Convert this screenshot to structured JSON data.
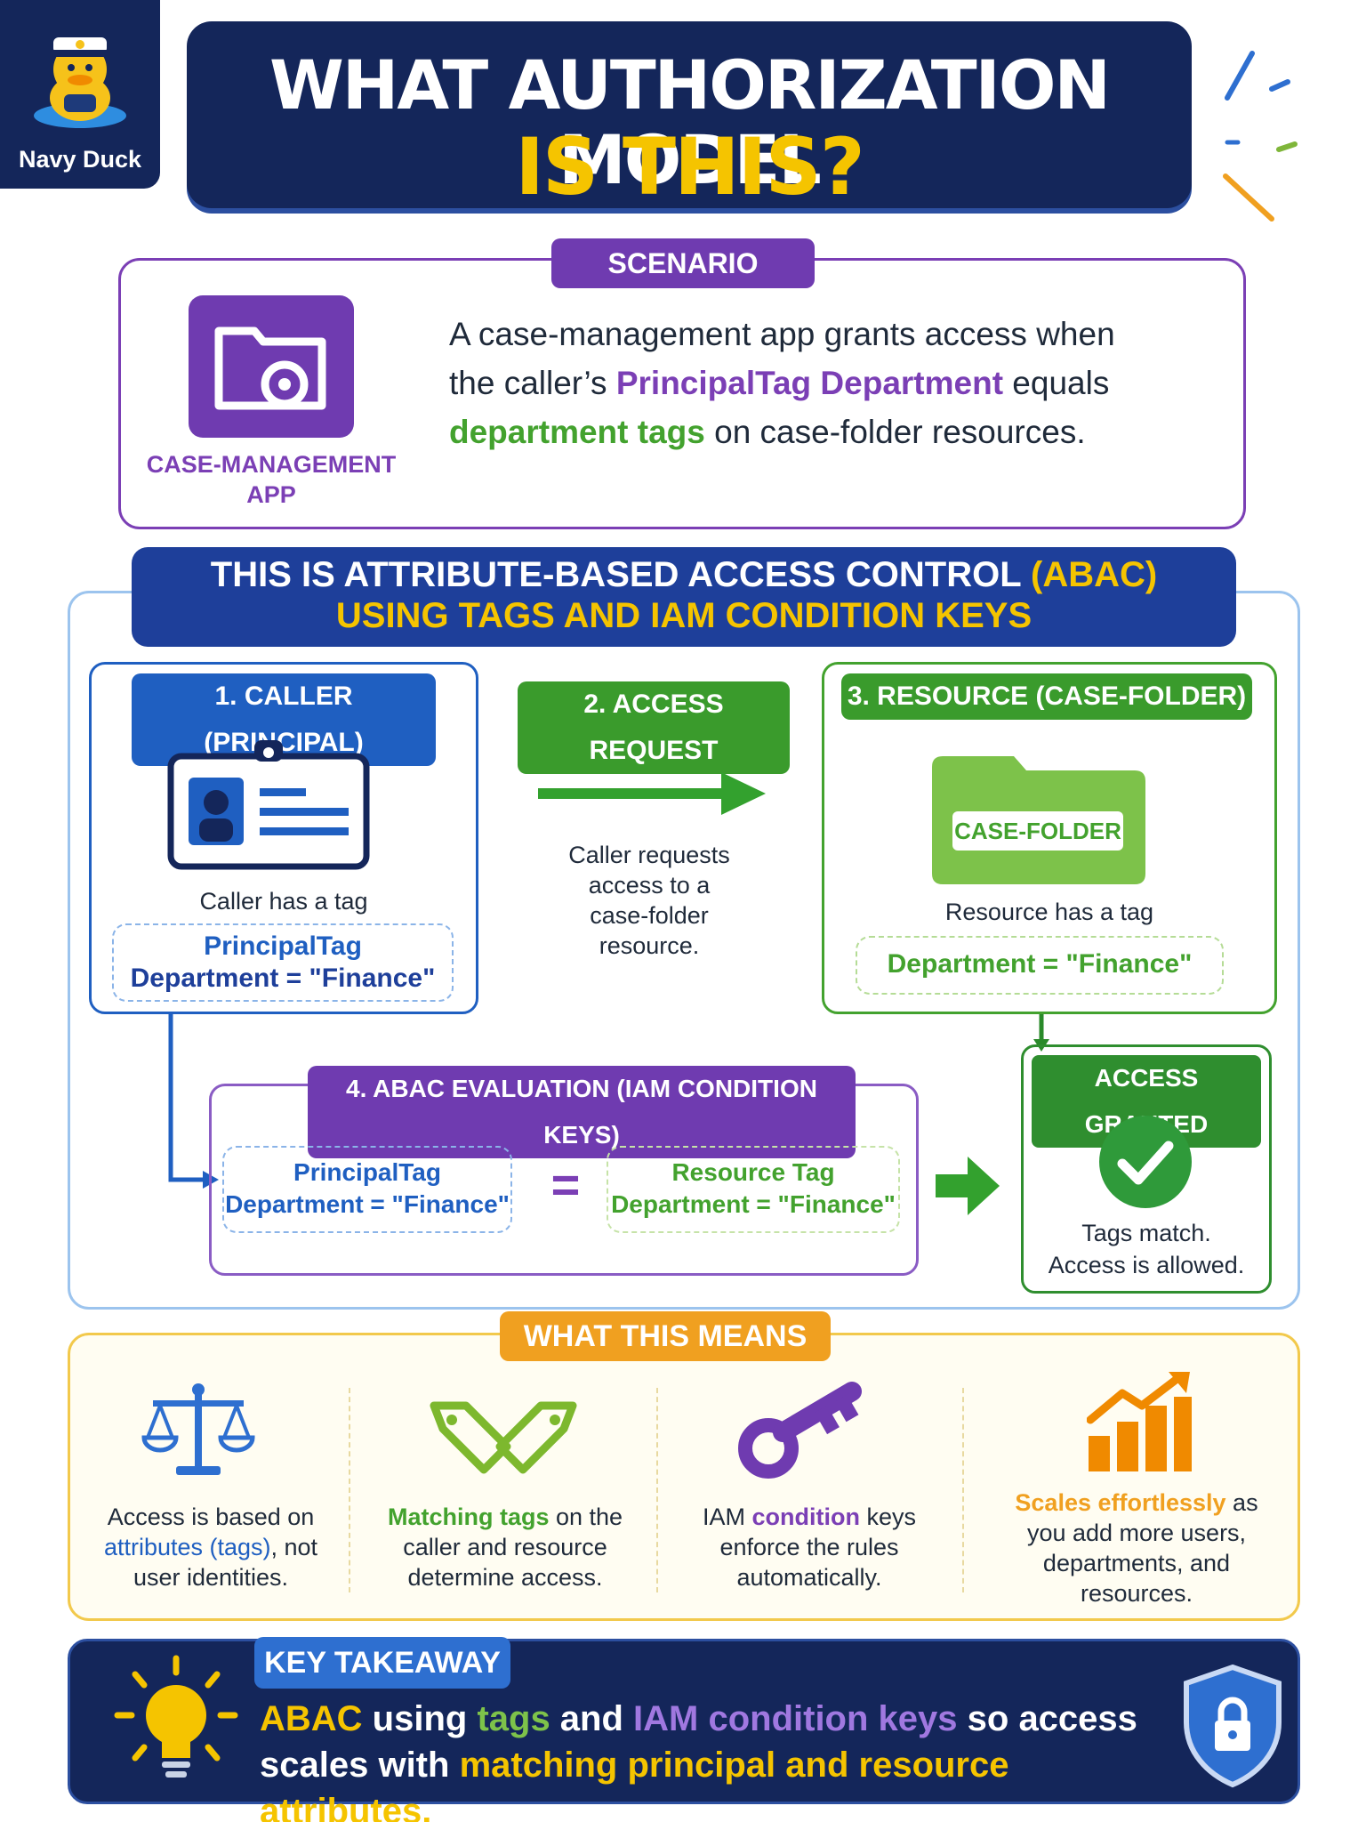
{
  "brand": {
    "name": "Navy Duck"
  },
  "title": {
    "line1": "WHAT AUTHORIZATION MODEL",
    "line2": "IS THIS?"
  },
  "scenario": {
    "badge": "SCENARIO",
    "app_label_line1": "CASE-MANAGEMENT",
    "app_label_line2": "APP",
    "text": {
      "p1": "A case-management app grants access when the caller’s ",
      "h1": "PrincipalTag Department",
      "p2": " equals ",
      "h2": "department tags",
      "p3": " on case-folder resources."
    }
  },
  "banner": {
    "line1_a": "THIS IS ATTRIBUTE-BASED ACCESS CONTROL ",
    "line1_b": "(ABAC)",
    "line2": "USING TAGS AND IAM CONDITION KEYS"
  },
  "steps": {
    "caller": {
      "label": "1. CALLER (PRINCIPAL)",
      "caption": "Caller has a tag",
      "tag_line1": "PrincipalTag",
      "tag_line2": "Department = \"Finance\""
    },
    "request": {
      "label": "2. ACCESS REQUEST",
      "line1": "Caller requests",
      "line2": "access to a",
      "line3": "case-folder",
      "line4": "resource."
    },
    "resource": {
      "label": "3. RESOURCE (CASE-FOLDER)",
      "folder_label": "CASE-FOLDER",
      "caption": "Resource has a tag",
      "tag": "Department = \"Finance\""
    },
    "evaluation": {
      "label": "4. ABAC EVALUATION (IAM CONDITION KEYS)",
      "left_line1": "PrincipalTag",
      "left_line2": "Department = \"Finance\"",
      "equals": "=",
      "right_line1": "Resource Tag",
      "right_line2": "Department = \"Finance\""
    },
    "granted": {
      "label": "ACCESS GRANTED",
      "line1": "Tags match.",
      "line2": "Access is allowed."
    }
  },
  "means": {
    "badge": "WHAT THIS MEANS",
    "items": [
      {
        "icon": "scale-icon",
        "a": "Access is based on",
        "b": "attributes (tags)",
        "c": ", not",
        "d": "user identities."
      },
      {
        "icon": "tags-icon",
        "a": "Matching tags",
        "b": " on the",
        "c": "caller and resource",
        "d": "determine access."
      },
      {
        "icon": "key-icon",
        "a": "IAM ",
        "b": "condition",
        "c": " keys",
        "d": "enforce the rules",
        "e": "automatically."
      },
      {
        "icon": "growth-chart-icon",
        "a": "Scales effortlessly",
        "b": " as",
        "c": "you add more users,",
        "d": "departments, and",
        "e": "resources."
      }
    ]
  },
  "takeaway": {
    "badge": "KEY TAKEAWAY",
    "l1_a": "ABAC",
    "l1_b": " using ",
    "l1_c": "tags",
    "l1_d": " and ",
    "l1_e": "IAM condition keys",
    "l1_f": " so access",
    "l2_a": "scales with ",
    "l2_b": "matching principal and resource attributes."
  },
  "colors": {
    "navy": "#14265a",
    "purple": "#6f3bb0",
    "green": "#43a22e",
    "blue": "#1f5fc1",
    "gold": "#f5c400",
    "orange": "#f0a020"
  }
}
